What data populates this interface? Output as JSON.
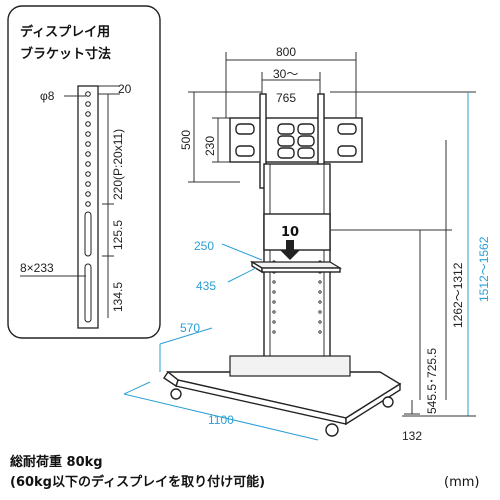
{
  "bracket_panel": {
    "title_line1": "ディスプレイ用",
    "title_line2": "ブラケット寸法",
    "hole_diameter": "φ8",
    "offset_top": "20",
    "pitch": "220(P:20x11)",
    "slot_spacing": "125.5",
    "lower_offset": "134.5",
    "slot_size": "8×233"
  },
  "stand": {
    "width_total": "800",
    "bracket_range": "30～",
    "bracket_width": "765",
    "height_total": "500",
    "bracket_height": "230",
    "load_shelf": "10",
    "shelf_width": "250",
    "shelf_depth": "435",
    "base_depth": "570",
    "base_width": "1100",
    "base_height": "132",
    "center_height": "545.5･725.5",
    "height_range_center": "1262～1312",
    "height_range_total": "1512～1562"
  },
  "footer": {
    "load_line1": "総耐荷重  80kg",
    "load_line2": "(60kg以下のディスプレイを取り付け可能)",
    "unit": "(mm)"
  },
  "colors": {
    "line": "#333333",
    "accent_blue": "#2a9fd6"
  }
}
